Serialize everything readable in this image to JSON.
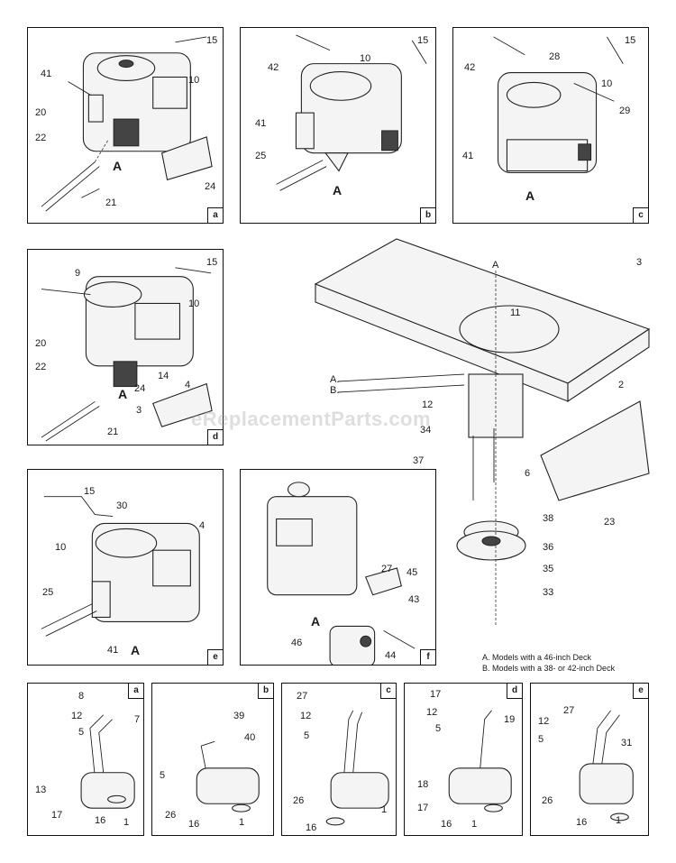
{
  "panels": {
    "engine_a": {
      "letter": "a",
      "letter_A": "A",
      "callouts": [
        "15",
        "41",
        "10",
        "20",
        "22",
        "24",
        "21"
      ]
    },
    "engine_b": {
      "letter": "b",
      "letter_A": "A",
      "callouts": [
        "42",
        "10",
        "15",
        "41",
        "25"
      ]
    },
    "engine_c": {
      "letter": "c",
      "letter_A": "A",
      "callouts": [
        "15",
        "42",
        "28",
        "10",
        "29",
        "41"
      ]
    },
    "engine_d": {
      "letter": "d",
      "letter_A": "A",
      "callouts": [
        "9",
        "15",
        "10",
        "20",
        "22",
        "14",
        "24",
        "4",
        "3",
        "21"
      ]
    },
    "frame": {
      "callouts": [
        "A",
        "3",
        "11",
        "A.",
        "B.",
        "2",
        "12",
        "34",
        "37",
        "6",
        "23",
        "38",
        "36",
        "35",
        "33"
      ]
    },
    "engine_e": {
      "letter": "e",
      "letter_A": "A",
      "callouts": [
        "15",
        "30",
        "4",
        "10",
        "25",
        "41"
      ]
    },
    "engine_f": {
      "letter": "f",
      "letter_A": "A",
      "callouts": [
        "27",
        "45",
        "43",
        "46",
        "44"
      ]
    },
    "muffler_a": {
      "letter": "a",
      "callouts": [
        "8",
        "12",
        "7",
        "5",
        "13",
        "17",
        "16",
        "1"
      ]
    },
    "muffler_b": {
      "letter": "b",
      "callouts": [
        "39",
        "40",
        "5",
        "26",
        "16",
        "1"
      ]
    },
    "muffler_c": {
      "letter": "c",
      "callouts": [
        "27",
        "12",
        "5",
        "26",
        "16",
        "1"
      ]
    },
    "muffler_d": {
      "letter": "d",
      "callouts": [
        "17",
        "12",
        "5",
        "19",
        "18",
        "17",
        "16",
        "1"
      ]
    },
    "muffler_e": {
      "letter": "e",
      "callouts": [
        "27",
        "12",
        "5",
        "31",
        "26",
        "16",
        "1"
      ]
    }
  },
  "notes": {
    "a": "A. Models with a 46-inch Deck",
    "b": "B. Models with a 38- or 42-inch Deck"
  },
  "watermark": "eReplacementParts.com"
}
